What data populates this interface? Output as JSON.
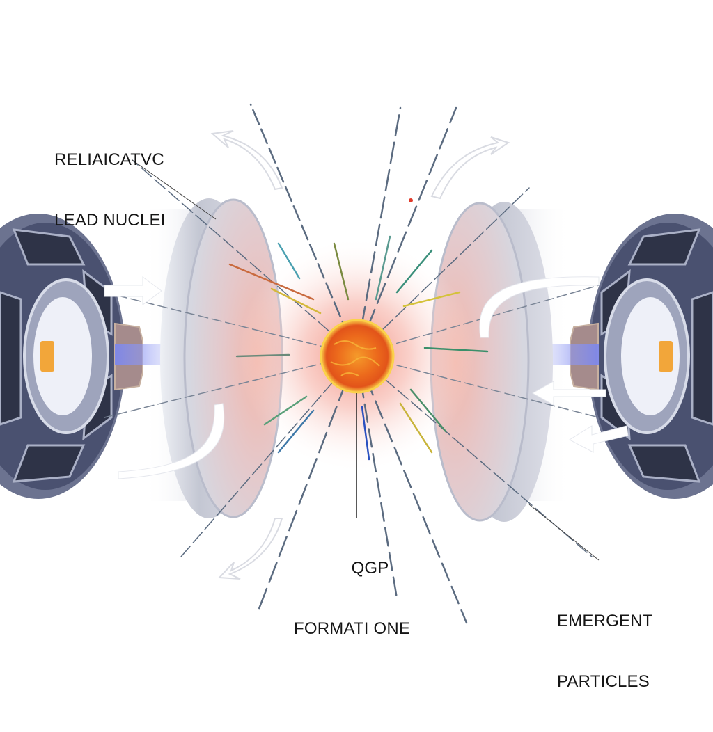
{
  "diagram": {
    "title_labels": {
      "nuclei": {
        "line1": "RELIAICATVC",
        "line2": "LEAD NUCLEI"
      },
      "qgp": {
        "line1": "QGP",
        "line2": "FORMATI ONE"
      },
      "particles": {
        "line1": "EMERGENT",
        "line2": "PARTICLES"
      }
    },
    "components": [
      "left-detector-ring",
      "left-lead-nucleus-disc",
      "qgp-fireball",
      "particle-tracks",
      "right-lead-nucleus-disc",
      "right-detector-ring",
      "motion-arrows"
    ],
    "colors": {
      "background": "#ffffff",
      "fireball_core": "#f07a1e",
      "fireball_edge": "#fbd24a",
      "glow": "#f4a59a",
      "disc": "#c9cbd6",
      "detector": "#4a5170",
      "detector_accent": "#f2a63a",
      "beam": "#7a86f0",
      "label_text": "#151515"
    }
  }
}
